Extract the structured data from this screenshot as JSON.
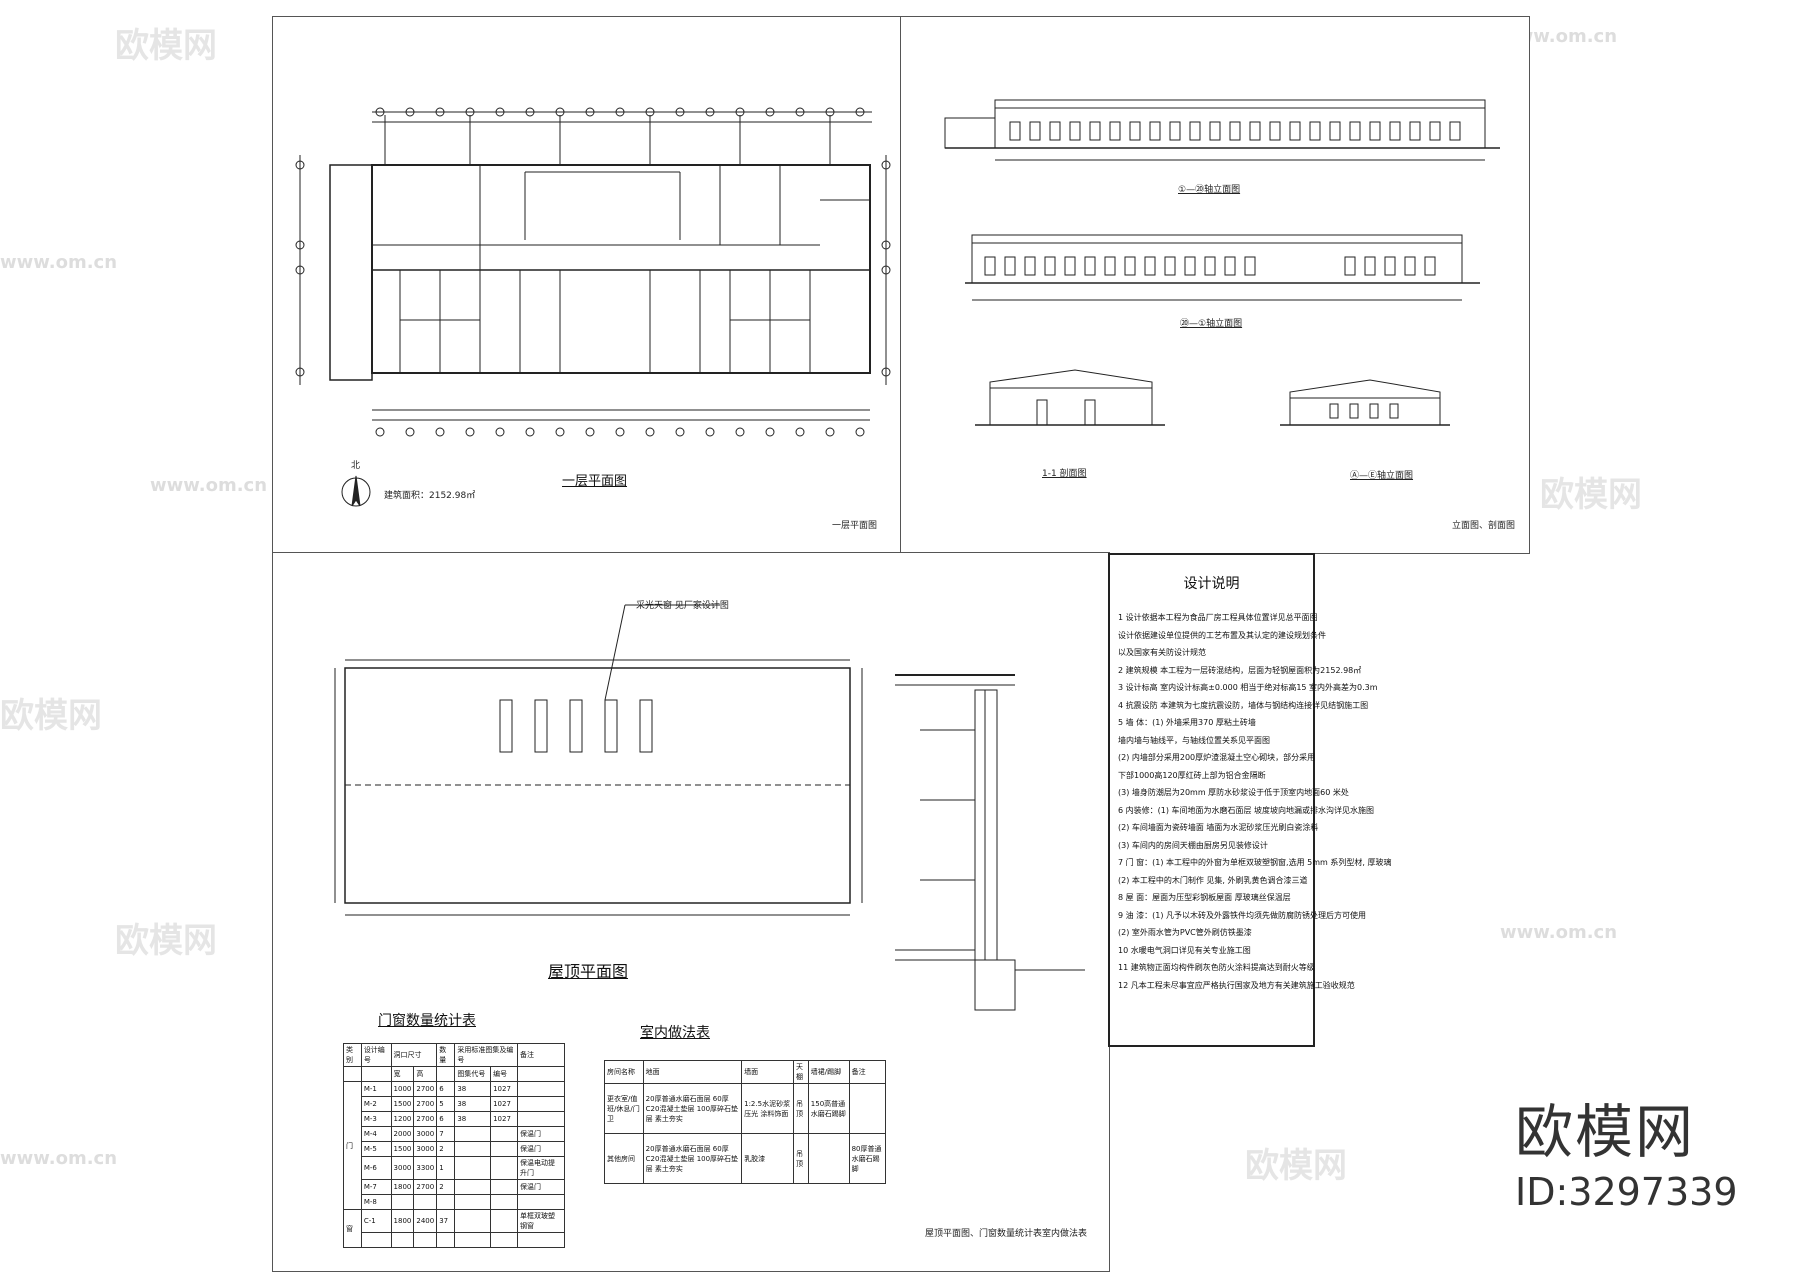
{
  "sheets": {
    "floor_plan": {
      "title": "一层平面图",
      "caption": "一层平面图",
      "north": "北",
      "area_note": "建筑面积：2152.98㎡"
    },
    "elevations": {
      "caption": "立面图、剖面图",
      "elev1": "①—⑳轴立面图",
      "elev2": "⑳—①轴立面图",
      "section": "1-1 剖面图",
      "elev3": "Ⓐ—Ⓔ轴立面图"
    },
    "roof": {
      "title": "屋顶平面图",
      "caption": "屋顶平面图、门窗数量统计表室内做法表",
      "skylight_note": "采光天窗 见厂家设计图"
    },
    "door_window_table": {
      "title": "门窗数量统计表",
      "headers": [
        "类别",
        "设计编号",
        "洞口尺寸",
        "数量",
        "采用标准图集及编号",
        "备注"
      ],
      "sub_headers": [
        "宽",
        "高",
        "图集代号",
        "编号"
      ],
      "rows": [
        [
          "M-1",
          "1000",
          "2700",
          "6",
          "",
          "38",
          "1027",
          ""
        ],
        [
          "M-2",
          "1500",
          "2700",
          "5",
          "",
          "38",
          "1027",
          ""
        ],
        [
          "M-3",
          "1200",
          "2700",
          "6",
          "",
          "38",
          "1027",
          ""
        ],
        [
          "M-4",
          "2000",
          "3000",
          "7",
          "",
          "",
          "",
          "保温门"
        ],
        [
          "M-5",
          "1500",
          "3000",
          "2",
          "",
          "",
          "",
          "保温门"
        ],
        [
          "M-6",
          "3000",
          "3300",
          "1",
          "",
          "",
          "",
          "保温电动提升门"
        ],
        [
          "M-7",
          "1800",
          "2700",
          "2",
          "",
          "",
          "",
          "保温门"
        ],
        [
          "M-8",
          "",
          "",
          "",
          "",
          "",
          "",
          ""
        ],
        [
          "C-1",
          "1800",
          "2400",
          "37",
          "",
          "",
          "",
          "单框双玻塑钢窗"
        ]
      ],
      "group_labels": [
        "门",
        "窗"
      ]
    },
    "interior_table": {
      "title": "室内做法表",
      "headers": [
        "房间名称",
        "地面",
        "墙面",
        "天棚",
        "墙裙/踢脚",
        "备注"
      ],
      "rows": [
        [
          "更衣室/值班/休息/门卫",
          "20厚普通水磨石面层 60厚C20混凝土垫层 100厚碎石垫层 素土夯实",
          "1:2.5水泥砂浆压光 涂料饰面",
          "吊顶",
          "150高普通水磨石踢脚",
          ""
        ],
        [
          "其他房间",
          "20厚普通水磨石面层 60厚C20混凝土垫层 100厚碎石垫层 素土夯实",
          "乳胶漆",
          "吊顶",
          "",
          "80厚普通水磨石踢脚"
        ]
      ]
    },
    "design_notes": {
      "title": "设计说明",
      "lines": [
        "1  设计依据本工程为食品厂房工程具体位置详见总平面图",
        "   设计依据建设单位提供的工艺布置及其认定的建设规划条件",
        "   以及国家有关防设计规范",
        "2  建筑规模  本工程为一层砖混结构，层面为轻钢屋面积为2152.98㎡",
        "3  设计标高  室内设计标高±0.000  相当于绝对标高15  室内外高差为0.3m",
        "4  抗震设防  本建筑为七度抗震设防，墙体与钢结构连接详见结钢施工图",
        "5  墙    体：(1) 外墙采用370   厚粘土砖墙",
        "   墙内墙与轴线平，与轴线位置关系见平面图",
        "   (2) 内墙部分采用200厚炉渣混凝土空心砌块，部分采用",
        "   下部1000高120厚红砖上部为铝合金隔断",
        "   (3) 墙身防潮层为20mm  厚防水砂浆设于低于顶室内地面60    米处",
        "6  内装修：(1)  车间地面为水磨石面层  坡度坡向地漏或排水沟详见水施图",
        "   (2)  车间墙面为瓷砖墙面  墙面为水泥砂浆压光刷白瓷涂料",
        "   (3)  车间内的房间天棚由厨房另见装修设计",
        "7  门    窗：(1)  本工程中的外窗为单框双玻塑钢窗,选用  5mm    系列型材,    厚玻璃",
        "   (2)  本工程中的木门制作  见集, 外刷乳黄色调合漆三道",
        "8  屋    面：屋面为压型彩钢板屋面          厚玻璃丝保温层",
        "9  油    漆：(1) 凡予以木砖及外露铁件均须先做防腐防锈处理后方可使用",
        "   (2) 室外雨水管为PVC管外刷仿铁墨漆",
        "10  水暖电气洞口详见有关专业施工图",
        "11  建筑物正面均构件刷灰色防火涂料提高达到耐火等级",
        "12  凡本工程未尽事宜应严格执行国家及地方有关建筑施工验收规范"
      ]
    }
  },
  "branding": {
    "logo_text": "欧模网",
    "id_text": "ID:3297339",
    "watermark_text": "欧模网",
    "watermark_url": "www.om.cn"
  }
}
